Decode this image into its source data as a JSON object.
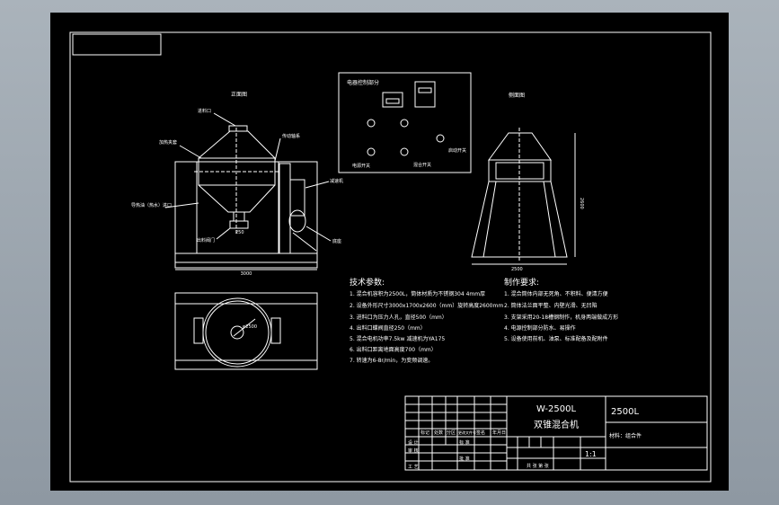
{
  "views": {
    "front_title": "正面图",
    "side_title": "侧面图",
    "control_title": "电器控制部分"
  },
  "labels": {
    "inlet": "进料口",
    "heating_jacket": "加热夹套",
    "reducer_shaft": "传动轴系",
    "conduction_oil": "导热油（热水）进口",
    "outlet_valve": "出料阀门",
    "motor": "减速机",
    "base": "底座",
    "dim_front": "3000",
    "dim_side": "2500",
    "dim_height": "2600",
    "dia": "φ2500",
    "heat_mark": "250"
  },
  "control": {
    "btn_power": "电源开关",
    "btn_mix": "混合开关",
    "btn_start": "启动开关"
  },
  "tech": {
    "heading": "技术参数:",
    "items": [
      "1. 混合机容积为2500L，筒体材质为不锈钢304 4mm厚",
      "2. 设备外形尺寸3000x1700x2600（mm）旋转高度2600mm",
      "3. 进料口为压力人孔，直径500（mm）",
      "4. 出料口蝶阀直径250（mm）",
      "5. 混合电机功率7.5kw  减速机为YA175",
      "6. 出料口距离地面高度700（mm）",
      "7. 转速为6-8r/min，为变频调速。"
    ]
  },
  "make": {
    "heading": "制作要求:",
    "items": [
      "1. 混合筒体内部无死角、不积料、便清方便",
      "2. 筒体法兰面平整、内壁光滑、无凹陷",
      "3. 支架采用20-18槽钢制作，机身两端做成方形",
      "4. 电源控制部分防水、易操作",
      "5. 设备使用前机、油泵、标准配备及配附件"
    ]
  },
  "titleblock": {
    "model": "W-2500L",
    "name": "双锥混合机",
    "capacity": "2500L",
    "material": "材料：组合件",
    "scale": "1:1",
    "rows": [
      "设 计",
      "审 核",
      "工 艺",
      "标 准",
      "批 准"
    ],
    "cols": [
      "标记",
      "处数",
      "分区",
      "更改文件号",
      "签名",
      "年月日"
    ],
    "sheet": "共  张   第  张"
  }
}
